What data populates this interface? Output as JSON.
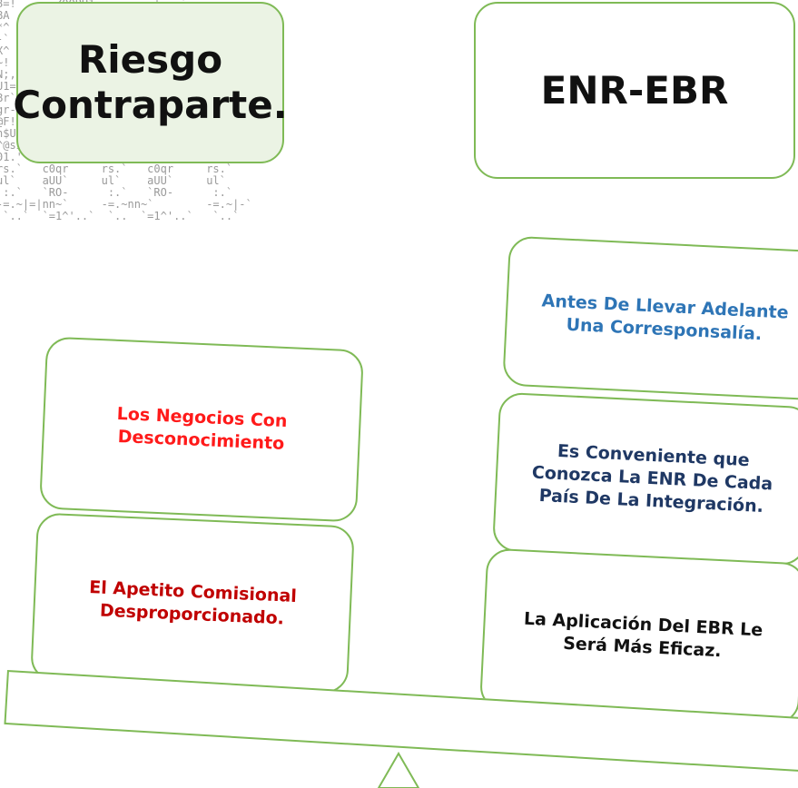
{
  "left_column": {
    "title": "Riesgo Contraparte.",
    "title_lines": [
      "Riesgo",
      "Contraparte."
    ],
    "items": [
      {
        "text": "Los Negocios Con Desconocimiento",
        "lines": [
          "Los Negocios Con",
          "Desconocimiento"
        ],
        "color": "#ff1a1a"
      },
      {
        "text": "El Apetito Comisional Desproporcionado.",
        "lines": [
          "El Apetito Comisional",
          "Desproporcionado."
        ],
        "color": "#c00000"
      }
    ]
  },
  "right_column": {
    "title": "ENR-EBR",
    "items": [
      {
        "text": "Antes De Llevar Adelante Una Corresponsalía.",
        "lines": [
          "Antes De Llevar Adelante",
          "Una Corresponsalía."
        ],
        "color": "#2e75b6"
      },
      {
        "text": "Es Conveniente que Conozca La ENR De Cada País De La Integración.",
        "lines": [
          "Es Conveniente que",
          "Conozca La ENR De Cada",
          "País De La Integración."
        ],
        "color": "#1f3864"
      },
      {
        "text": "La Aplicación Del EBR Le Será Más Eficaz.",
        "lines": [
          "La Aplicación Del EBR Le",
          "Será Más Eficaz."
        ],
        "color": "#111111"
      }
    ]
  },
  "colors": {
    "box_border": "#7fba56",
    "title_box_fill": "#ebf3e4"
  },
  "decorative": "ascii-art-figures"
}
